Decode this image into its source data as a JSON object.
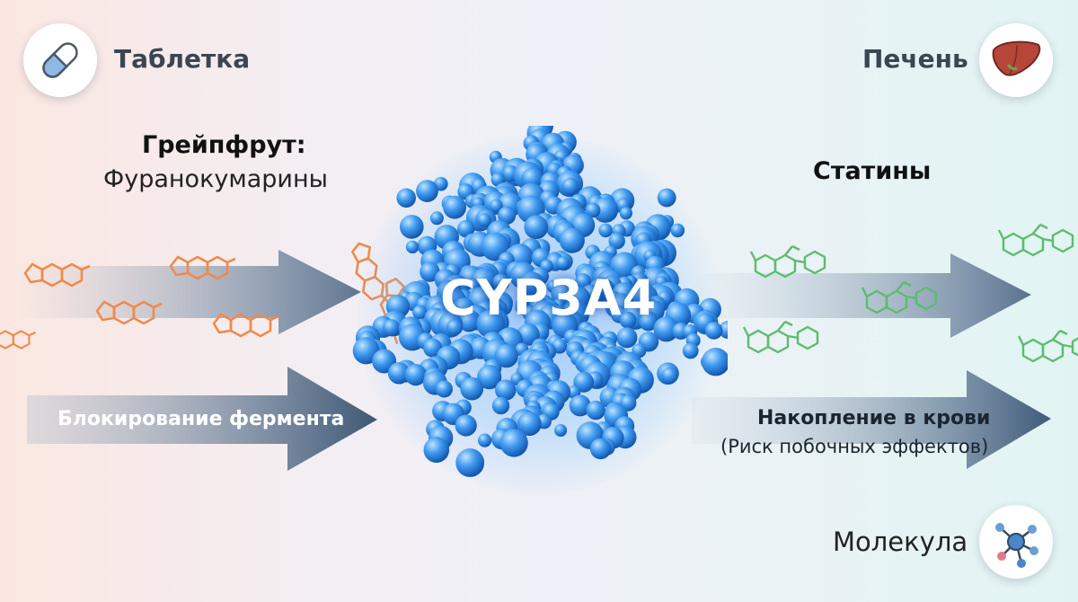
{
  "corners": {
    "tablet": {
      "label": "Таблетка",
      "icon": "pill-icon"
    },
    "liver": {
      "label": "Печень",
      "icon": "liver-icon"
    },
    "molecule": {
      "label": "Молекула",
      "icon": "molecule-icon"
    }
  },
  "left": {
    "title": "Грейпфрут:",
    "subtitle": "Фуранокумарины",
    "arrow_label": "Блокирование фермента",
    "molecule_color": "#f08a4b"
  },
  "center": {
    "enzyme": "CYP3A4",
    "color": "#1f7fe0"
  },
  "right": {
    "title": "Статины",
    "arrow_label": "Накопление в крови",
    "arrow_sublabel": "(Риск побочных эффектов)",
    "molecule_color": "#5cbc6e"
  }
}
